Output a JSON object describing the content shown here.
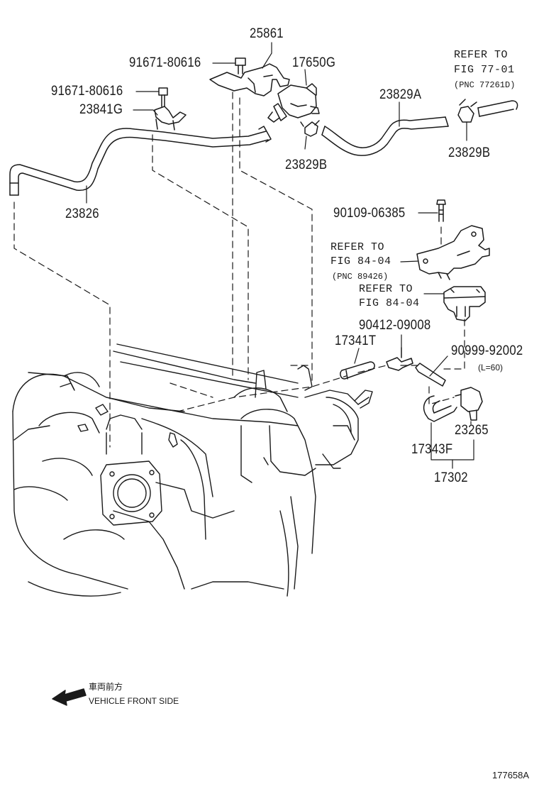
{
  "labels": {
    "p25861": "25861",
    "p91671_top": "91671-80616",
    "p17650G": "17650G",
    "p91671_mid": "91671-80616",
    "p23841G": "23841G",
    "p23829A": "23829A",
    "p23829B_left": "23829B",
    "p23829B_right": "23829B",
    "p23826": "23826",
    "p90109": "90109-06385",
    "p90412": "90412-09008",
    "p17341T": "17341T",
    "p90999": "90999-92002",
    "p90999_len": "(L=60)",
    "p23265": "23265",
    "p17343F": "17343F",
    "p17302": "17302"
  },
  "references": {
    "fig77": {
      "line1": "REFER TO",
      "line2": "FIG 77-01",
      "pnc": "(PNC 77261D)"
    },
    "fig84a": {
      "line1": "REFER TO",
      "line2": "FIG 84-04",
      "pnc": "(PNC 89426)"
    },
    "fig84b": {
      "line1": "REFER TO",
      "line2": "FIG 84-04"
    }
  },
  "direction": {
    "japanese": "車両前方",
    "english": "VEHICLE FRONT SIDE"
  },
  "figure_id": "177658A",
  "colors": {
    "ink": "#1a1a1a",
    "background": "#ffffff"
  }
}
